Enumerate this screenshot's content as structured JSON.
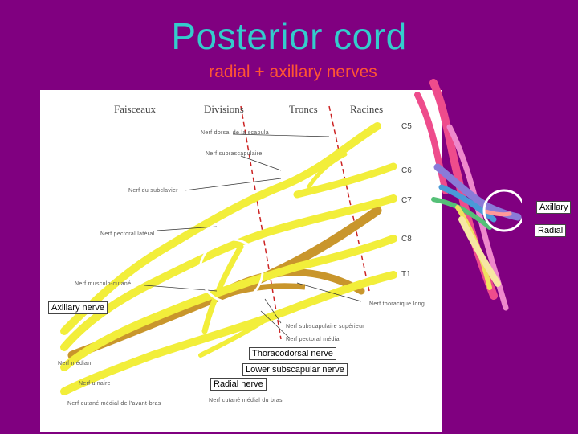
{
  "slide": {
    "title": "Posterior cord",
    "subtitle": "radial + axillary nerves"
  },
  "diagram": {
    "column_headers": [
      "Faisceaux",
      "Divisions",
      "Troncs",
      "Racines"
    ],
    "roots": [
      "C5",
      "C6",
      "C7",
      "C8",
      "T1"
    ],
    "small_labels": [
      "Nerf dorsal de la scapula",
      "Nerf suprascapulaire",
      "Nerf du subclavier",
      "Nerf pectoral latéral",
      "Nerf musculo-cutané",
      "Nerf thoracique long",
      "Nerf subscapulaire supérieur",
      "Nerf pectoral médial",
      "Nerf médian",
      "Nerf ulnaire",
      "Nerf cutané médial de l'avant-bras",
      "Nerf cutané médial du bras"
    ],
    "callouts": {
      "axillary_nerve": "Axillary nerve",
      "thoracodorsal": "Thoracodorsal nerve",
      "lower_subscapular": "Lower subscapular nerve",
      "radial_nerve": "Radial nerve"
    }
  },
  "right_panel": {
    "axillary_label": "Axillary",
    "radial_label": "Radial"
  },
  "colors": {
    "background": "#800080",
    "title": "#33cccc",
    "subtitle": "#ff5533",
    "nerve": "#f2ee3a",
    "posterior_cord": "#c9962c",
    "highlight_circle": "#ffffff"
  }
}
